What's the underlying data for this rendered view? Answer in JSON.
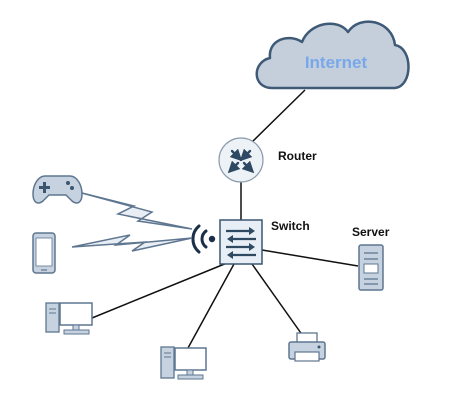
{
  "nodes": {
    "internet": {
      "label": "Internet"
    },
    "router": {
      "label": "Router"
    },
    "switch": {
      "label": "Switch"
    },
    "server": {
      "label": "Server"
    }
  },
  "colors": {
    "cloud_fill": "#c4cfdb",
    "cloud_stroke": "#3f5a76",
    "cloud_text": "#79a8ea",
    "router_fill": "#edf2f7",
    "router_arrow": "#2e4a63",
    "switch_fill": "#e7eef5",
    "switch_stroke": "#3a5670",
    "device_fill": "#c6d2df",
    "device_stroke": "#5e7690",
    "wireless": "#1a2f4a",
    "link": "#111111"
  },
  "icons": [
    "cloud-icon",
    "router-icon",
    "switch-icon",
    "wifi-icon",
    "gamepad-icon",
    "phone-icon",
    "desktop-icon",
    "printer-icon",
    "server-icon"
  ]
}
